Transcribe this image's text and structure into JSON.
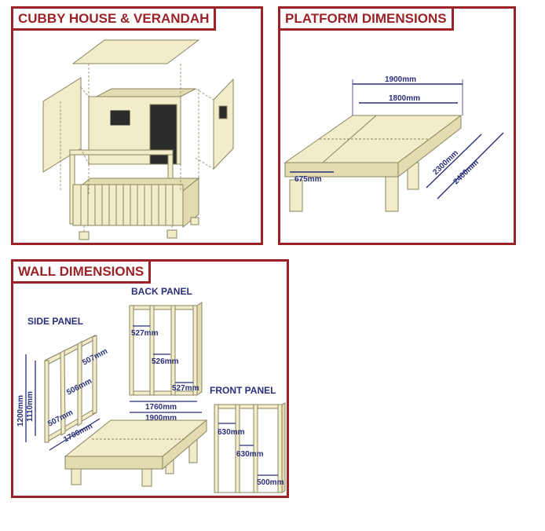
{
  "panels": {
    "cubby": {
      "title": "CUBBY HOUSE & VERANDAH"
    },
    "platform": {
      "title": "PLATFORM DIMENSIONS",
      "dims": {
        "outer_width": "1900mm",
        "inner_width": "1800mm",
        "outer_length": "2400mm",
        "inner_length": "2300mm",
        "joist_spacing": "675mm"
      }
    },
    "walls": {
      "title": "WALL DIMENSIONS",
      "side_panel": {
        "label": "SIDE PANEL",
        "dims": {
          "height_outer": "1200mm",
          "height_inner": "1110mm",
          "top_spacing": "507mm",
          "mid_spacing": "506mm",
          "bottom_spacing": "507mm",
          "width": "1700mm"
        }
      },
      "back_panel": {
        "label": "BACK PANEL",
        "dims": {
          "left_spacing": "527mm",
          "mid_spacing": "526mm",
          "right_spacing": "527mm",
          "inner_width": "1760mm",
          "outer_width": "1900mm"
        }
      },
      "front_panel": {
        "label": "FRONT PANEL",
        "dims": {
          "left_spacing": "630mm",
          "mid_spacing": "630mm",
          "right_spacing": "500mm"
        }
      }
    }
  },
  "colors": {
    "accent": "#9b2226",
    "timber": "#f1ecc9",
    "timber_line": "#8a8560",
    "dimension": "#2a2f7a"
  }
}
